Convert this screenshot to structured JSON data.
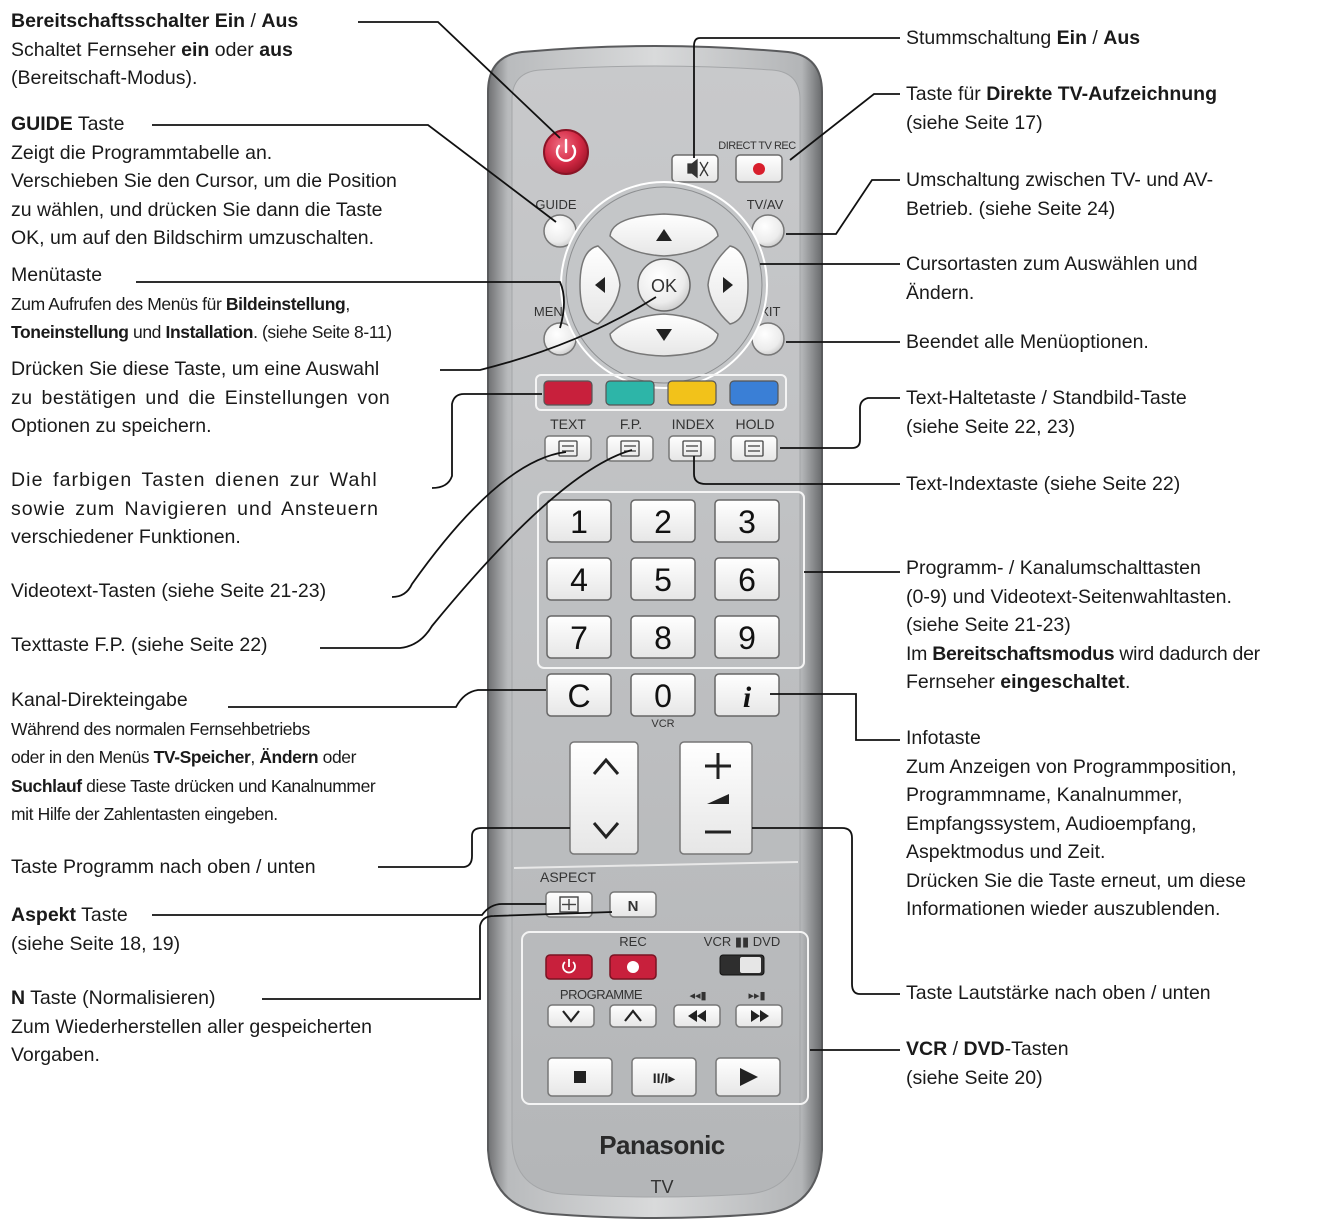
{
  "annotations": {
    "standby": {
      "title_bold": "Bereitschaftsschalter Ein",
      "title_sep": " / ",
      "title_bold2": "Aus",
      "line2_a": "Schaltet Fernseher ",
      "line2_b": "ein",
      "line2_c": " oder ",
      "line2_d": "aus",
      "line3": "(Bereitschaft-Modus)."
    },
    "guide": {
      "title_bold": "GUIDE",
      "title_rest": " Taste",
      "lines": [
        "Zeigt die Programmtabelle an.",
        "Verschieben Sie den Cursor, um die Position",
        "zu wählen, und drücken Sie dann die Taste",
        "OK, um auf den Bildschirm umzuschalten."
      ]
    },
    "menu": {
      "title": "Menütaste",
      "line2_a": "Zum Aufrufen des Menüs für ",
      "line2_b": "Bildeinstellung",
      "line2_c": ",",
      "line3_a": "Toneinstellung",
      "line3_b": " und ",
      "line3_c": "Installation",
      "line3_d": ". (siehe Seite 8-11)"
    },
    "ok": {
      "lines": [
        "Drücken Sie diese Taste, um eine Auswahl",
        "zu bestätigen und die Einstellungen von",
        "Optionen zu speichern."
      ]
    },
    "colour": {
      "lines": [
        "Die farbigen Tasten dienen zur Wahl",
        "sowie zum Navigieren und Ansteuern",
        "verschiedener Funktionen."
      ]
    },
    "teletext": "Videotext-Tasten (siehe Seite 21-23)",
    "fp": "Texttaste F.P. (siehe Seite 22)",
    "channel": {
      "title": "Kanal-Direkteingabe",
      "line2": "Während des normalen Fernsehbetriebs",
      "line3_a": "oder in den Menüs ",
      "line3_b": "TV-Speicher",
      "line3_c": ", ",
      "line3_d": "Ändern",
      "line3_e": " oder",
      "line4_a": "Suchlauf",
      "line4_b": " diese Taste drücken und Kanalnummer",
      "line5": "mit Hilfe der Zahlentasten eingeben."
    },
    "prog_updown": "Taste Programm nach oben / unten",
    "aspect": {
      "title_bold": "Aspekt",
      "title_rest": " Taste",
      "line2": "(siehe Seite 18, 19)"
    },
    "normalize": {
      "title_bold": "N",
      "title_rest": " Taste (Normalisieren)",
      "line2": "Zum Wiederherstellen aller gespeicherten",
      "line3": "Vorgaben."
    },
    "mute": {
      "a": "Stummschaltung ",
      "b": "Ein",
      "c": " / ",
      "d": "Aus"
    },
    "direct_rec": {
      "a": "Taste für ",
      "b": "Direkte TV-Aufzeichnung",
      "line2": "(siehe Seite 17)"
    },
    "tvav": {
      "lines": [
        "Umschaltung zwischen TV- und AV-",
        "Betrieb. (siehe Seite 24)"
      ]
    },
    "cursor": {
      "lines": [
        "Cursortasten zum Auswählen und",
        "Ändern."
      ]
    },
    "exit": "Beendet alle Menüoptionen.",
    "hold": {
      "line1": "Text-Haltetaste / Standbild-Taste",
      "line2": "(siehe Seite 22, 23)"
    },
    "index": "Text-Indextaste (siehe Seite 22)",
    "numbers": {
      "line1": "Programm- / Kanalumschalttasten",
      "line2": "(0-9) und Videotext-Seitenwahltasten.",
      "line3": "(siehe Seite 21-23)",
      "line4_a": "Im ",
      "line4_b": "Bereitschaftsmodus",
      "line4_c": " wird dadurch der",
      "line5_a": "Fernseher ",
      "line5_b": "eingeschaltet",
      "line5_c": "."
    },
    "info": {
      "title": "Infotaste",
      "lines": [
        "Zum Anzeigen von Programmposition,",
        "Programmname, Kanalnummer,",
        "Empfangssystem, Audioempfang,",
        "Aspektmodus und Zeit.",
        "Drücken Sie die Taste erneut, um diese",
        "Informationen wieder auszublenden."
      ]
    },
    "volume": "Taste Lautstärke nach oben / unten",
    "vcr_dvd": {
      "a": "VCR",
      "b": " / ",
      "c": "DVD",
      "d": "-Tasten",
      "line2": "(siehe Seite 20)"
    }
  },
  "remote": {
    "labels": {
      "direct_tv_rec": "DIRECT TV REC",
      "guide": "GUIDE",
      "tvav": "TV/AV",
      "menu": "MENU",
      "exit": "EXIT",
      "ok": "OK",
      "text": "TEXT",
      "fp": "F.P.",
      "index": "INDEX",
      "hold": "HOLD",
      "aspect": "ASPECT",
      "n": "N",
      "rec": "REC",
      "vcr_dvd": "VCR ▮▮ DVD",
      "programme": "PROGRAMME",
      "vcr": "VCR",
      "brand": "Panasonic",
      "tv": "TV"
    },
    "digits": [
      "1",
      "2",
      "3",
      "4",
      "5",
      "6",
      "7",
      "8",
      "9",
      "C",
      "0",
      "i"
    ],
    "colour_keys": [
      "#c8203c",
      "#2db5a8",
      "#f2c21a",
      "#3a7fd6"
    ],
    "power_color": "#d42a45"
  }
}
